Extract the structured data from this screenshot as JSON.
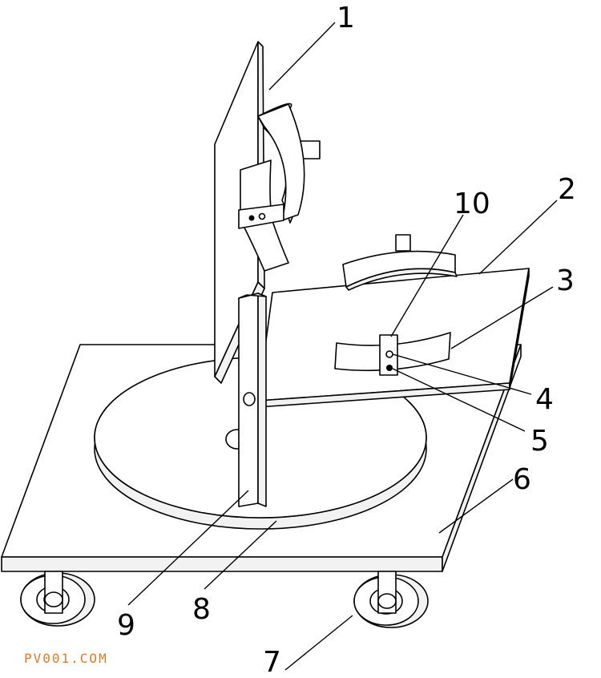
{
  "labels": {
    "l1": "1",
    "l2": "2",
    "l3": "3",
    "l4": "4",
    "l5": "5",
    "l6": "6",
    "l7": "7",
    "l8": "8",
    "l9": "9",
    "l10": "10"
  },
  "watermark": "PV001.COM",
  "colors": {
    "line": "#000000",
    "background": "#ffffff",
    "watermark": "#e07a2a"
  }
}
